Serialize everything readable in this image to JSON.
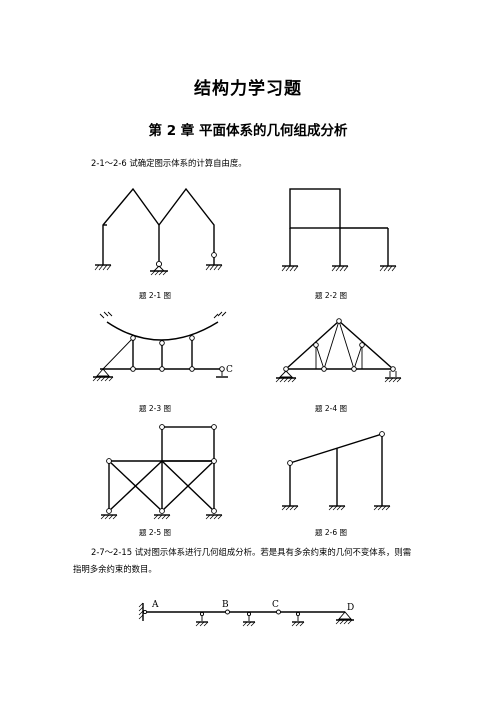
{
  "title": "结构力学习题",
  "chapter": "第 2 章 平面体系的几何组成分析",
  "section_1_intro": "2-1～2-6 试确定图示体系的计算自由度。",
  "section_2_intro_line1": "2-7～2-15 试对图示体系进行几何组成分析。若是具有多余约束的几何不变体系，则需",
  "section_2_intro_line2": "指明多余约束的数目。",
  "captions": [
    "题 2-1 图",
    "题 2-2 图",
    "题 2-3 图",
    "题 2-4 图",
    "题 2-5 图",
    "题 2-6 图"
  ],
  "labels": {
    "fig3_c": "C",
    "fig7_a": "A",
    "fig7_b": "B",
    "fig7_c": "C",
    "fig7_d": "D"
  }
}
